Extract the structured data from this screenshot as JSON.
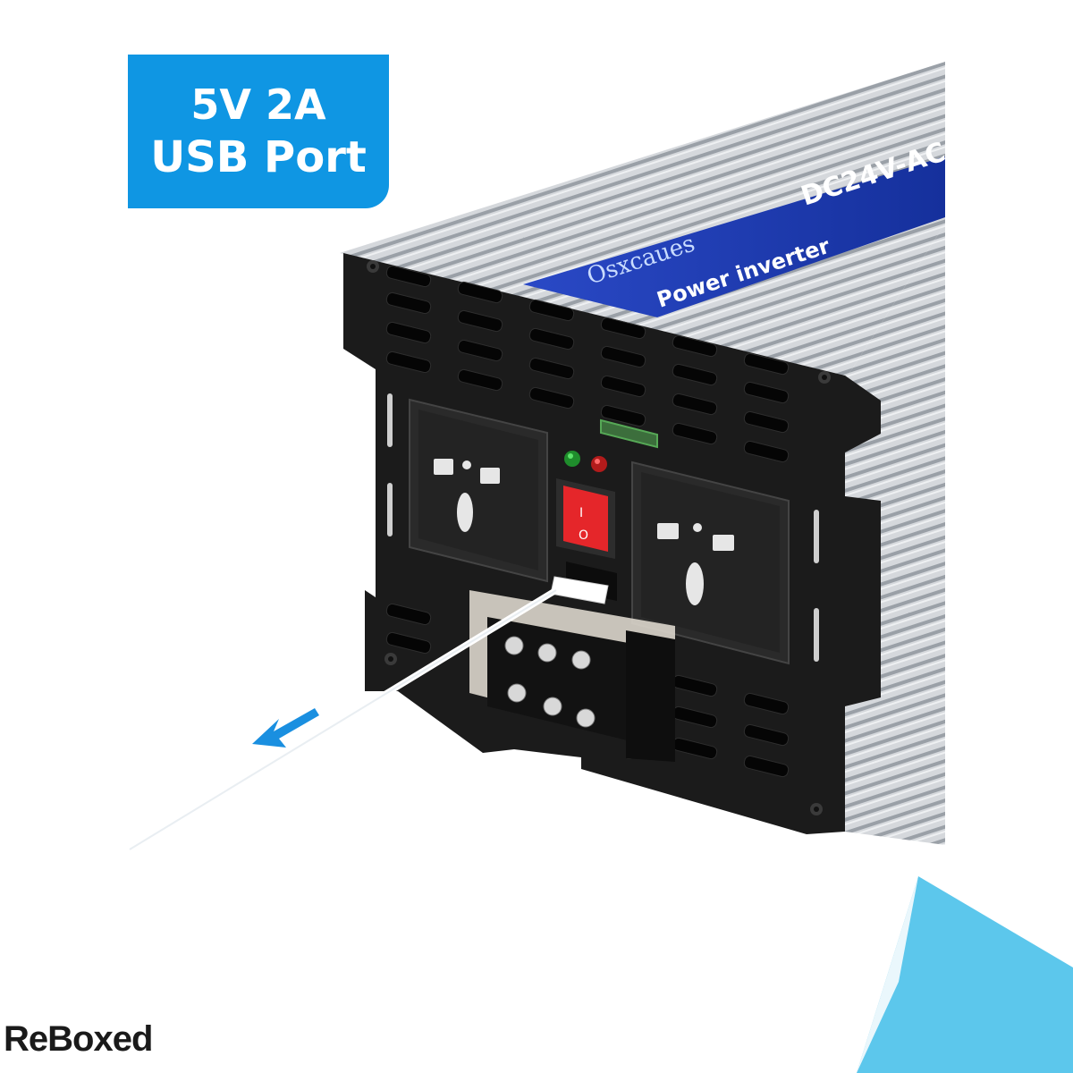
{
  "badge": {
    "line1": "5V 2A",
    "line2": "USB Port"
  },
  "product": {
    "brand": "Osxcaues",
    "model_text": "DC24V-AC",
    "product_type": "Power inverter",
    "switch_marks": [
      "I",
      "O"
    ]
  },
  "watermark": {
    "logo": "ReBoxed"
  },
  "colors": {
    "badge_blue": "#0f96e3",
    "panel_black": "#1b1b1b",
    "casing_silver": "#c9cdd2",
    "label_blue": "#1f3fb8",
    "switch_red": "#e5262a",
    "arrow_blue": "#1a8fe0",
    "corner_cyan": "#5cc7ec"
  },
  "icons": [
    "usb-cable-icon",
    "direction-arrow-icon",
    "power-switch-icon",
    "ac-outlet-icon",
    "led-indicator-icon",
    "terminal-block-icon",
    "page-curl-icon"
  ]
}
